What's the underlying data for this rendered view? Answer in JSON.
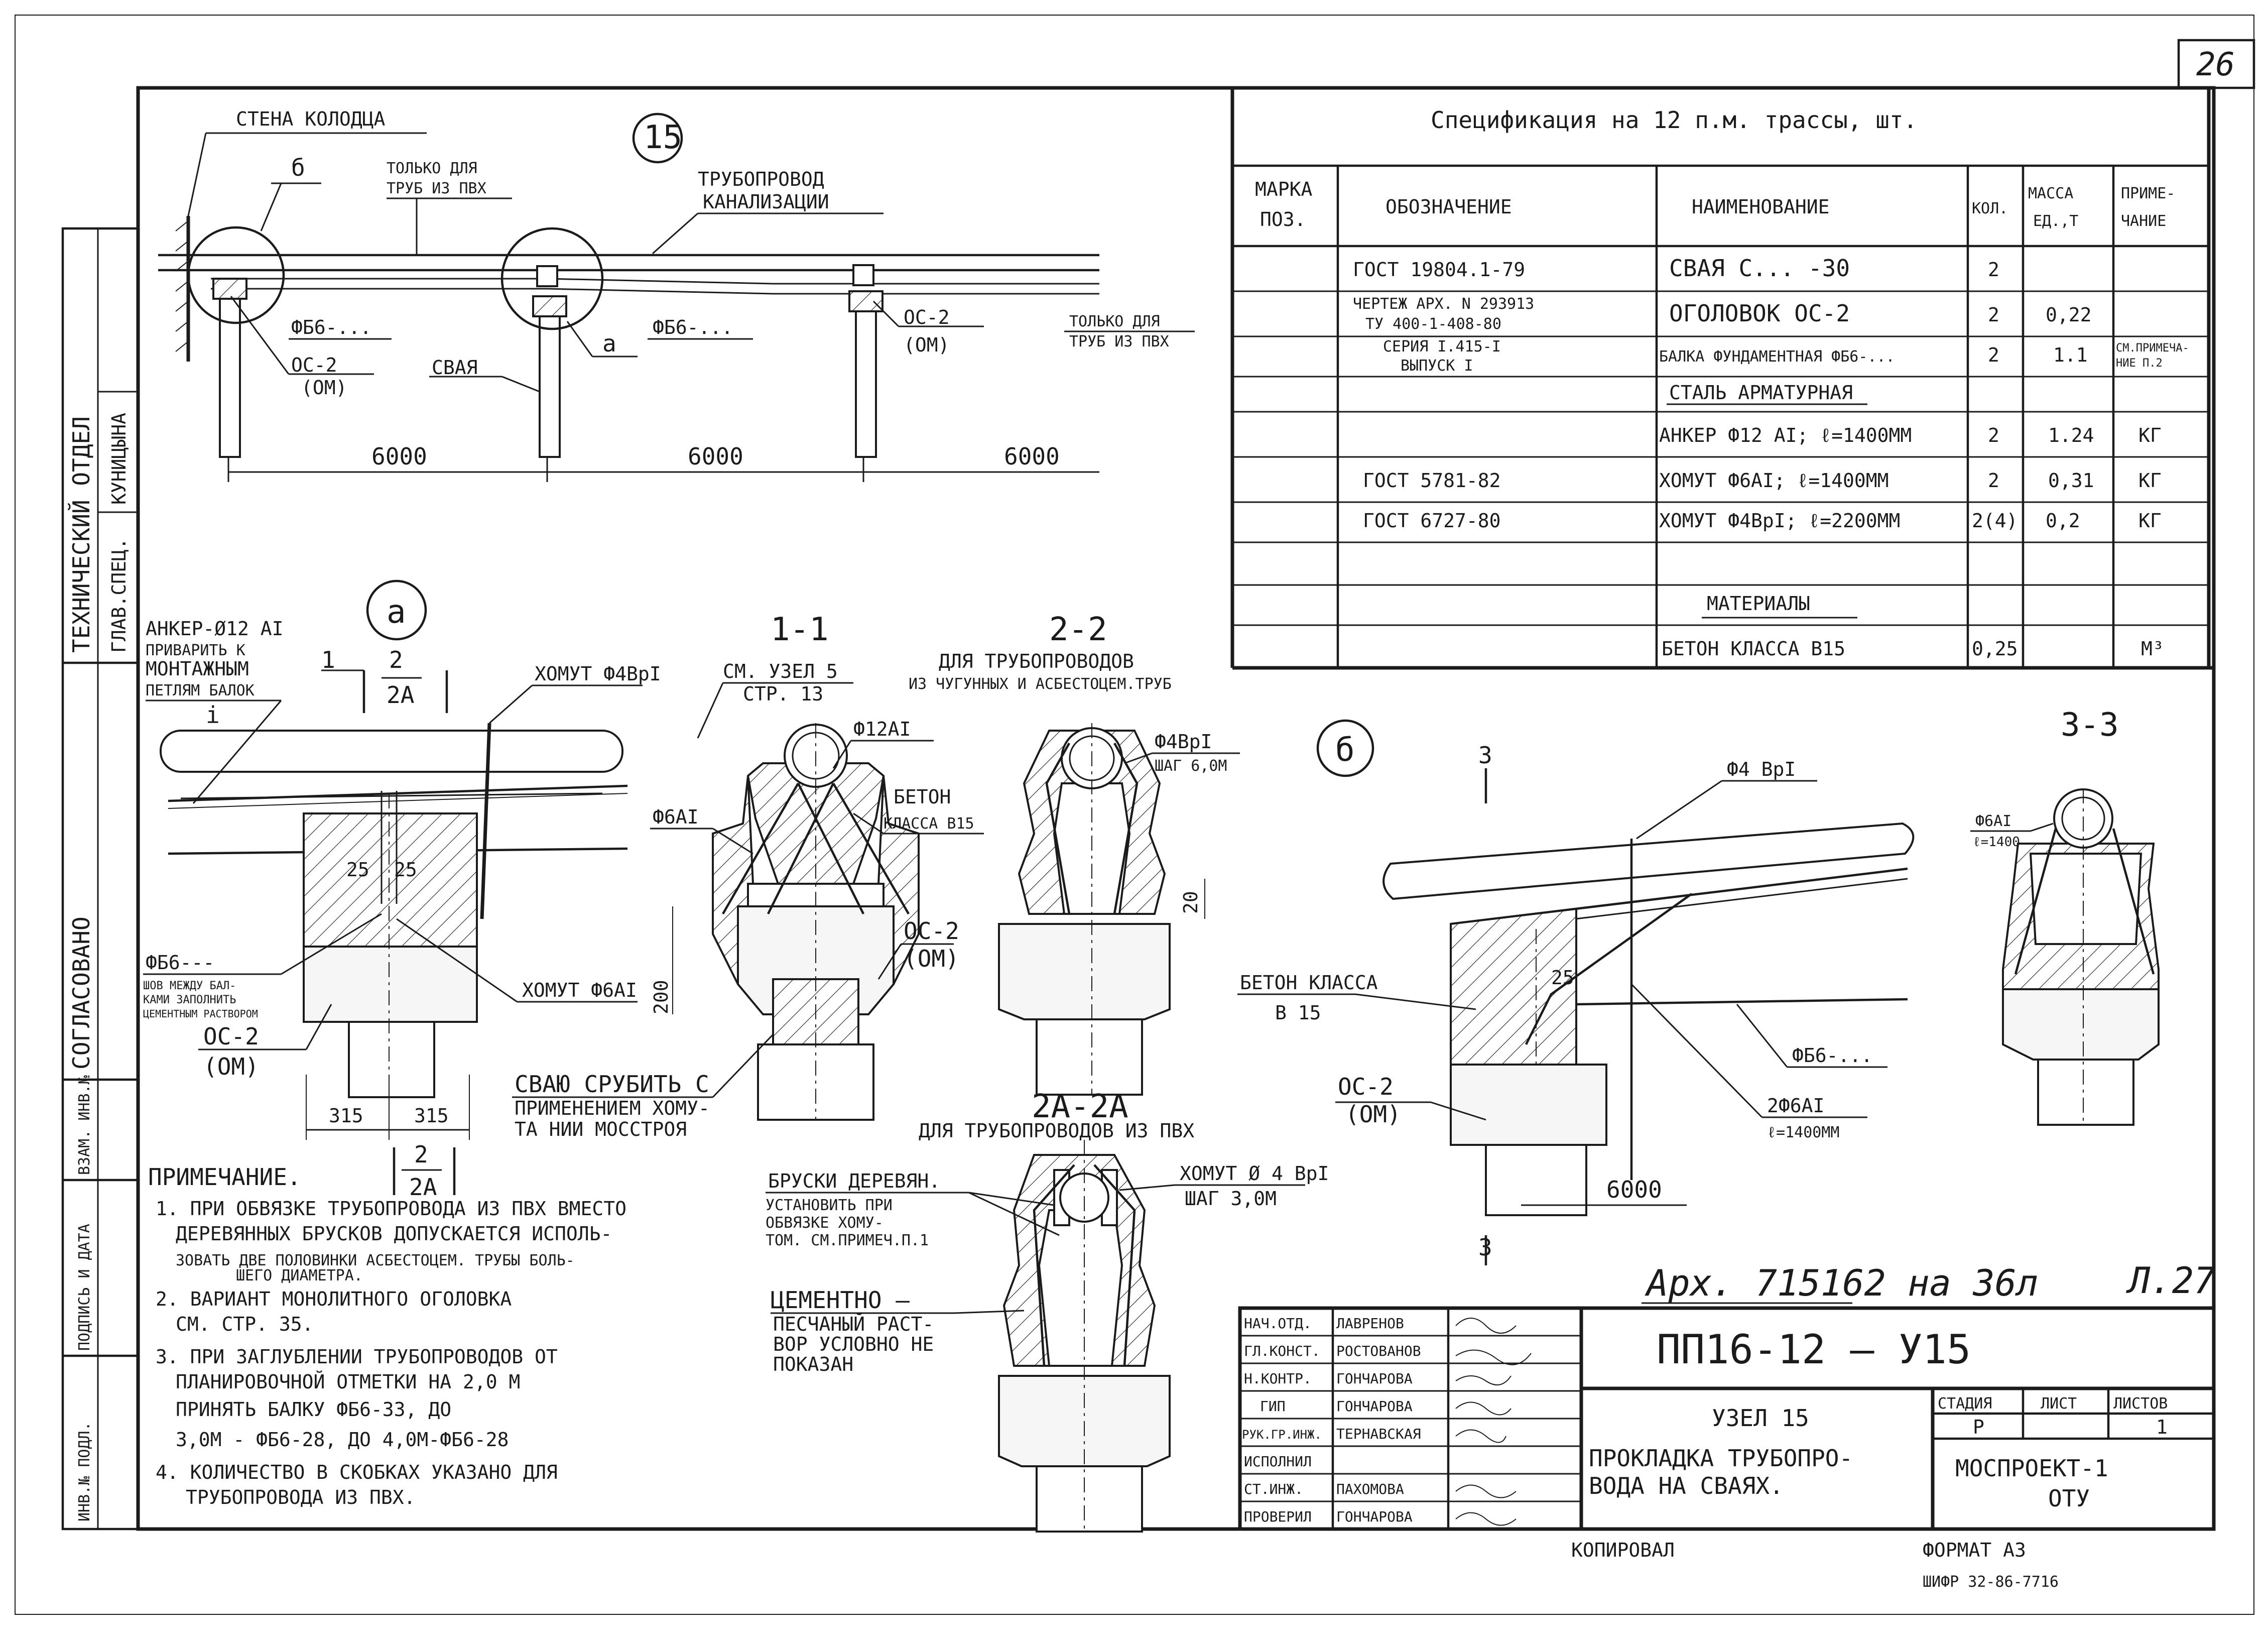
{
  "page_number": "26",
  "stamp": {
    "tech_dept": "ТЕХНИЧЕСКИЙ ОТДЕЛ",
    "glav_spec": "ГЛАВ.СПЕЦ.",
    "kunitsyna": "КУНИЦЫНА",
    "soglasovano": "СОГЛАСОВАНО",
    "vzam_inv": "ВЗАМ. ИНВ.№",
    "podpis_data": "ПОДПИСЬ И ДАТА",
    "inv_podl": "ИНВ.№ ПОДЛ."
  },
  "top_view": {
    "node_number": "15",
    "wall_label": "СТЕНА КОЛОДЦА",
    "detail_b": "б",
    "only_pvc_top": "ТОЛЬКО ДЛЯ",
    "only_pvc_top2": "ТРУБ ИЗ ПВХ",
    "pipeline": "ТРУБОПРОВОД",
    "pipeline2": "КАНАЛИЗАЦИИ",
    "f66_1": "ФБ6-...",
    "f66_2": "ФБ6-...",
    "os2_1": "ОС-2",
    "om_1": "(ОМ)",
    "os2_2": "ОС-2",
    "om_2": "(ОМ)",
    "svaya": "СВАЯ",
    "detail_a": "а",
    "only_pvc_right": "ТОЛЬКО ДЛЯ",
    "only_pvc_right2": "ТРУБ ИЗ ПВХ",
    "dims": [
      "6000",
      "6000",
      "6000"
    ]
  },
  "spec": {
    "title": "Спецификация на 12 п.м. трассы, шт.",
    "headers": {
      "marka": "МАРКА",
      "poz": "ПОЗ.",
      "oboz": "ОБОЗНАЧЕНИЕ",
      "naim": "НАИМЕНОВАНИЕ",
      "kol": "КОЛ.",
      "massa": "МАССА",
      "ed_t": "ЕД.,Т",
      "prim": "ПРИМЕ-",
      "prim2": "ЧАНИЕ"
    },
    "rows": [
      {
        "oboz": "ГОСТ 19804.1-79",
        "naim": "СВАЯ С... -30",
        "kol": "2",
        "massa": "",
        "prim": ""
      },
      {
        "oboz": "ЧЕРТЕЖ АРХ. N 293913",
        "oboz2": "ТУ 400-1-408-80",
        "naim": "ОГОЛОВОК ОС-2",
        "kol": "2",
        "massa": "0,22",
        "prim": ""
      },
      {
        "oboz": "СЕРИЯ I.415-I",
        "oboz2": "ВЫПУСК I",
        "naim": "БАЛКА ФУНДАМЕНТНАЯ ФБ6-...",
        "kol": "2",
        "massa": "1.1",
        "prim": "СМ.ПРИМЕЧА-",
        "prim2": "НИЕ П.2"
      },
      {
        "oboz": "",
        "naim": "СТАЛЬ АРМАТУРНАЯ",
        "kol": "",
        "massa": "",
        "prim": ""
      },
      {
        "oboz": "",
        "naim": "АНКЕР Ф12 АI; ℓ=1400ММ",
        "kol": "2",
        "massa": "1.24",
        "prim": "КГ"
      },
      {
        "oboz": "ГОСТ 5781-82",
        "naim": "ХОМУТ Ф6АI; ℓ=1400ММ",
        "kol": "2",
        "massa": "0,31",
        "prim": "КГ"
      },
      {
        "oboz": "ГОСТ 6727-80",
        "naim": "ХОМУТ Ф4ВрI; ℓ=2200ММ",
        "kol": "2(4)",
        "massa": "0,2",
        "prim": "КГ"
      },
      {
        "oboz": "",
        "naim": "",
        "kol": "",
        "massa": "",
        "prim": ""
      },
      {
        "oboz": "",
        "naim": "МАТЕРИАЛЫ",
        "kol": "",
        "massa": "",
        "prim": ""
      },
      {
        "oboz": "",
        "naim": "БЕТОН КЛАССА В15",
        "kol": "0,25",
        "massa": "",
        "prim": "М³"
      }
    ]
  },
  "detail_a": {
    "circle": "а",
    "anker": "АНКЕР-Ø12 АI",
    "anker2": "ПРИВАРИТЬ К",
    "anker3": "МОНТАЖНЫМ",
    "anker4": "ПЕТЛЯМ БАЛОК",
    "i": "i",
    "s1": "1",
    "s2": "2",
    "s2a": "2А",
    "homut": "ХОМУТ Ф4ВрI",
    "d25a": "25",
    "d25b": "25",
    "f66": "ФБ6---",
    "shov": "ШОВ МЕЖДУ БАЛ-",
    "shov2": "КАМИ ЗАПОЛНИТЬ",
    "shov3": "ЦЕМЕНТНЫМ РАСТВОРОМ",
    "os2": "ОС-2",
    "om": "(ОМ)",
    "homut6": "ХОМУТ Ф6АI",
    "d315a": "315",
    "d315b": "315"
  },
  "sec11": {
    "title": "1-1",
    "sm": "СМ. УЗЕЛ 5",
    "str": "СТР. 13",
    "f12": "Ф12АI",
    "f6": "Ф6АI",
    "beton": "БЕТОН",
    "klass": "КЛАССА В15",
    "d200": "200",
    "svai": "СВАЮ СРУБИТЬ С",
    "svai2": "ПРИМЕНЕНИЕМ ХОМУ-",
    "svai3": "ТА НИИ МОССТРОЯ"
  },
  "sec22": {
    "title": "2-2",
    "sub": "ДЛЯ ТРУБОПРОВОДОВ",
    "sub2": "ИЗ ЧУГУННЫХ И АСБЕСТОЦЕМ.ТРУБ",
    "f4": "Ф4ВрI",
    "shag": "ШАГ 6,0М",
    "d20": "20",
    "os2": "ОС-2",
    "om": "(ОМ)"
  },
  "sec2a": {
    "title": "2А-2А",
    "sub": "ДЛЯ ТРУБОПРОВОДОВ ИЗ ПВХ",
    "bruski": "БРУСКИ ДЕРЕВЯН.",
    "bruski2": "УСТАНОВИТЬ ПРИ",
    "bruski3": "ОБВЯЗКЕ ХОМУ-",
    "bruski4": "ТОМ. СМ.ПРИМЕЧ.П.1",
    "homut": "ХОМУТ Ø 4 ВрI",
    "shag": "ШАГ 3,0М",
    "cem": "ЦЕМЕНТНО —",
    "cem2": "ПЕСЧАНЫЙ РАСТ-",
    "cem3": "ВОР УСЛОВНО НЕ",
    "cem4": "ПОКАЗАН"
  },
  "detail_b": {
    "circle": "б",
    "s3a": "3",
    "s3b": "3",
    "f4": "Ф4 ВрI",
    "beton": "БЕТОН КЛАССА",
    "b15": "В 15",
    "d25": "25",
    "f66": "ФБ6-...",
    "f6": "2Ф6АI",
    "l1400": "ℓ=1400ММ",
    "os2": "ОС-2",
    "om": "(ОМ)",
    "dim": "6000"
  },
  "sec33": {
    "title": "3-3",
    "f6": "Ф6АI",
    "l": "ℓ=1400"
  },
  "notes": {
    "title": "ПРИМЕЧАНИЕ.",
    "s2": "2",
    "s2a": "2А",
    "n1a": "1. ПРИ ОБВЯЗКЕ ТРУБОПРОВОДА ИЗ ПВХ ВМЕСТО",
    "n1b": "ДЕРЕВЯННЫХ БРУСКОВ ДОПУСКАЕТСЯ ИСПОЛЬ-",
    "n1c": "ЗОВАТЬ ДВЕ ПОЛОВИНКИ АСБЕСТОЦЕМ. ТРУБЫ БОЛЬ-",
    "n1d": "ШЕГО ДИАМЕТРА.",
    "n2a": "2. ВАРИАНТ МОНОЛИТНОГО ОГОЛОВКА",
    "n2b": "СМ. СТР. 35.",
    "n3a": "3. ПРИ ЗАГЛУБЛЕНИИ ТРУБОПРОВОДОВ ОТ",
    "n3b": "ПЛАНИРОВОЧНОЙ ОТМЕТКИ НА 2,0 М",
    "n3c": "ПРИНЯТЬ БАЛКУ ФБ6-33, ДО",
    "n3d": "3,0М - ФБ6-28, ДО 4,0М-ФБ6-28",
    "n4a": "4. КОЛИЧЕСТВО В СКОБКАХ УКАЗАНО ДЛЯ",
    "n4b": "ТРУБОПРОВОДА ИЗ ПВХ."
  },
  "archive": "Арх. 715162 на 36л",
  "archive_sheet": "Л.27",
  "title_block": {
    "code": "ПП16-12 — У15",
    "node": "УЗЕЛ 15",
    "desc1": "ПРОКЛАДКА ТРУБОПРО-",
    "desc2": "ВОДА НА СВАЯХ.",
    "stadiya": "СТАДИЯ",
    "list": "ЛИСТ",
    "listov": "ЛИСТОВ",
    "stadiya_val": "Р",
    "listov_val": "1",
    "org": "МОСПРОЕКТ-1",
    "org2": "ОТУ",
    "people": [
      {
        "role": "НАЧ.ОТД.",
        "name": "ЛАВРЕНОВ"
      },
      {
        "role": "ГЛ.КОНСТ.",
        "name": "РОСТОВАНОВ"
      },
      {
        "role": "Н.КОНТР.",
        "name": "ГОНЧАРОВА"
      },
      {
        "role": "ГИП",
        "name": "ГОНЧАРОВА"
      },
      {
        "role": "РУК.ГР.ИНЖ.",
        "name": "ТЕРНАВСКАЯ"
      },
      {
        "role": "ИСПОЛНИЛ",
        "name": ""
      },
      {
        "role": "СТ.ИНЖ.",
        "name": "ПАХОМОВА"
      },
      {
        "role": "ПРОВЕРИЛ",
        "name": "ГОНЧАРОВА"
      }
    ]
  },
  "kopiroval": "КОПИРОВАЛ",
  "format": "ФОРМАТ А3",
  "shifr": "ШИФР 32-86-7716"
}
